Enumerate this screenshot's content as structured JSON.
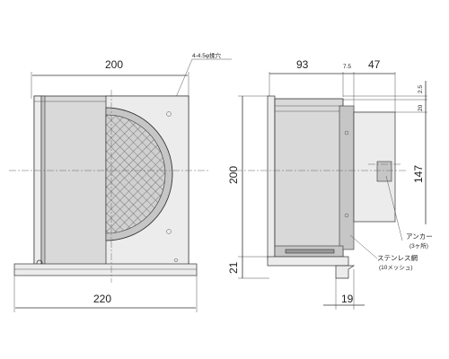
{
  "front_view": {
    "width_top": "200",
    "width_bottom": "220",
    "hole_label": "4-4.5φ揉穴"
  },
  "side_view": {
    "dim_depth": "93",
    "dim_gap": "7.5",
    "dim_hood": "47",
    "dim_top_small": "2.5",
    "dim_top_offset": "20",
    "dim_height": "200",
    "dim_center": "147",
    "dim_base": "21",
    "dim_bottom_hook": "19",
    "anchor_label": "アンカー",
    "anchor_sub": "(3ヶ所)",
    "mesh_label": "ステンレス網",
    "mesh_sub": "(10メッシュ)"
  }
}
